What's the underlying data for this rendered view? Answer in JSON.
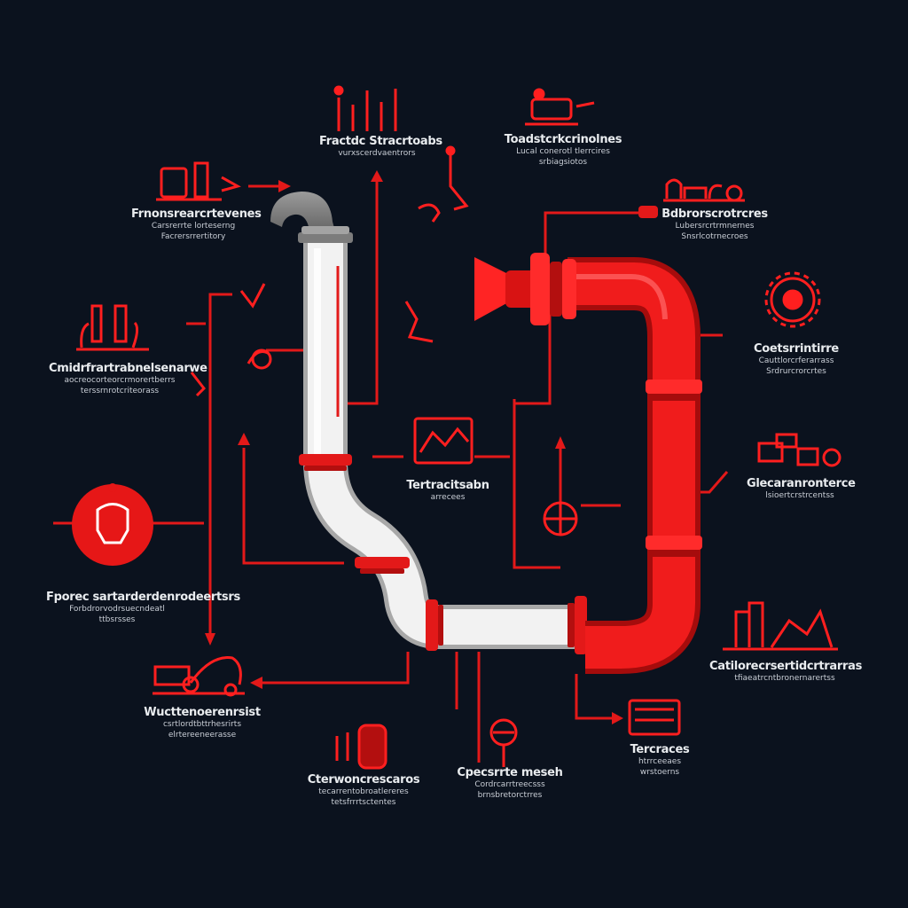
{
  "colors": {
    "background": "#0b121e",
    "accent": "#ff1f1f",
    "accent_dark": "#b30f0f",
    "pipe_white": "#f1f1f1",
    "pipe_grey": "#8b8b8b"
  },
  "labels": {
    "top_left": {
      "title": "Fractdc Stracrtoabs",
      "lines": [
        "vurxscerdvaentrors"
      ]
    },
    "top_center": {
      "title": "Toadstcrkcrinolnes",
      "lines": [
        "Lucal conerotl tlerrcires",
        "srbiagsiotos"
      ]
    },
    "upper_left": {
      "title": "Frnonsrearcrtevenes",
      "lines": [
        "Carsrerrte lorteserng",
        "Facrersrrertitory"
      ]
    },
    "upper_right": {
      "title": "Bdbrorscrotrcres",
      "lines": [
        "Lubersrcrtrmnernes",
        "Snsrlcotrnecroes"
      ]
    },
    "mid_left": {
      "title": "Cmidrfrartrabnelsenarwe",
      "lines": [
        "aocreocorteorcrmorertberrs",
        "terssrnrotcriteorass"
      ]
    },
    "right_upper": {
      "title": "Coetsrrintirre",
      "lines": [
        "Cauttlorcrferarrass",
        "Srdrurcrorcrtes"
      ]
    },
    "right_mid": {
      "title": "Glecaranronterce",
      "lines": [
        "lsioertcrstrcentss"
      ]
    },
    "left_circle": {
      "title": "Fporec sartarderdenrodeertsrs",
      "lines": [
        "Forbdrorvodrsuecndeatl",
        "ttbsrsses"
      ]
    },
    "center": {
      "title": "Tertracitsabn",
      "lines": [
        "arrecees"
      ]
    },
    "lower_right": {
      "title": "Catilorecrsertidcrtrarras",
      "lines": [
        "tfiaeatrcntbronernarertss"
      ]
    },
    "bottom_left": {
      "title": "Wucttenoerenrsist",
      "lines": [
        "csrtlordtbttrhesrirts",
        "elrtereeneerasse"
      ]
    },
    "bottom_right": {
      "title": "Tercraces",
      "lines": [
        "htrrceeaes",
        "wrstoerns"
      ]
    },
    "bottom_center_left": {
      "title": "Cterwoncrescaros",
      "lines": [
        "tecarrentobroatlereres",
        "tetsfrrrtsctentes"
      ]
    },
    "bottom_center": {
      "title": "Cpecsrrte meseh",
      "lines": [
        "Cordrcarrtreecsss",
        "brnsbretorctrres"
      ]
    }
  }
}
